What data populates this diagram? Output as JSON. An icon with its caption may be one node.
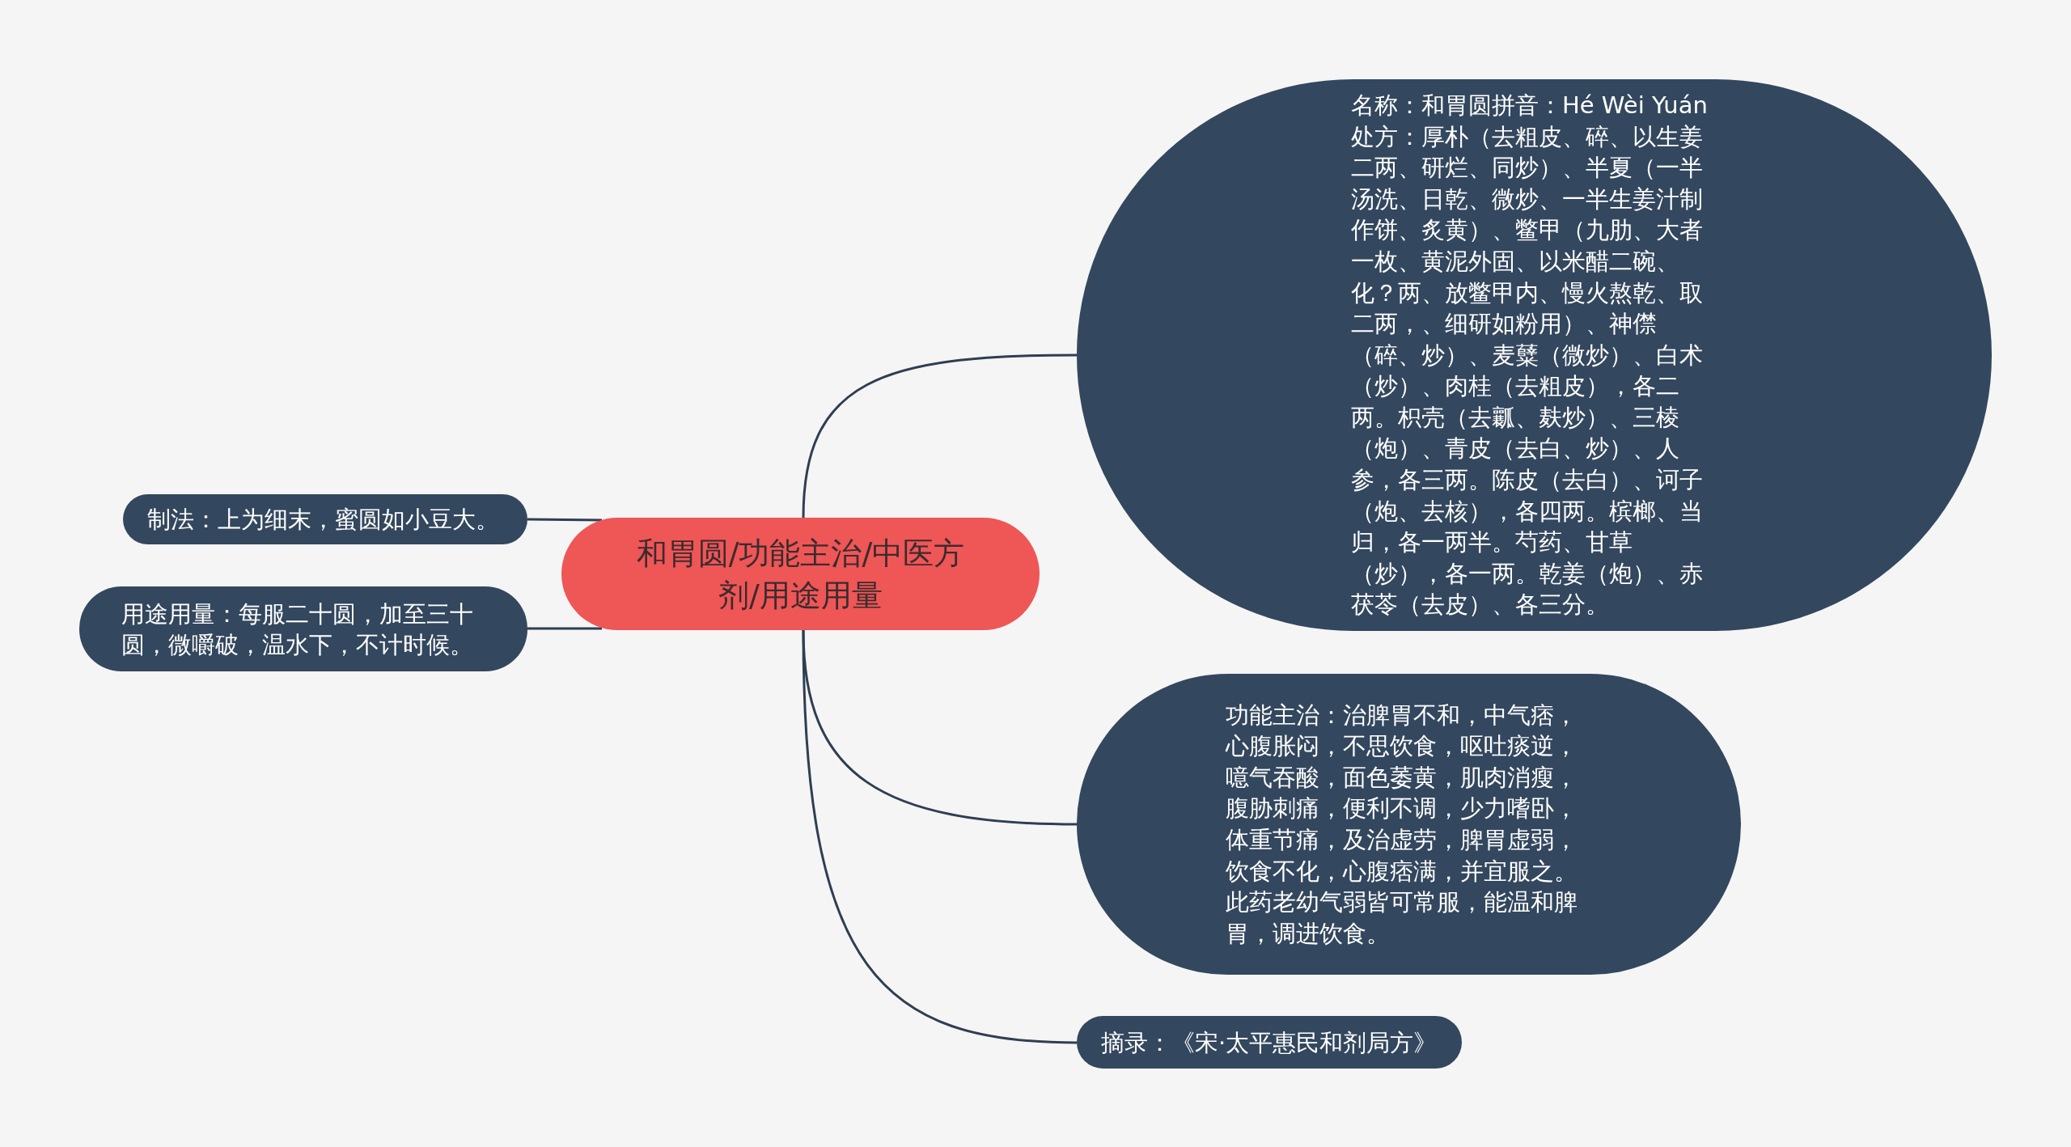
{
  "diagram": {
    "nodes": [
      {
        "text": [
          "和胃圆/功能主治/中医方剂/用途用量"
        ]
      },
      {
        "text": [
          "名称：和胃圆拼音：Hé Wèi Yuán",
          "处方：厚朴（去粗皮、碎、以生姜二两、研烂、同炒）、半夏（一半汤洗、日乾、微炒、一半生姜汁制作饼、炙黄）、鳖甲（九肋、大者一枚、黄泥外固、以米醋二碗、化？两、放鳖甲内、慢火熬乾、取二两，、细研如粉用）、神僸（碎、炒）、麦糵（微炒）、白术（炒）、肉桂（去粗皮），各二两。枳壳（去瓤、麸炒）、三棱（炮）、青皮（去白、炒）、人参，各三两。陈皮（去白）、诃子（炮、去核），各四两。槟榔、当归，各一两半。芍药、甘草（炒），各一两。乾姜（炮）、赤茯苓（去皮）、各三分。"
        ]
      },
      {
        "text": [
          "功能主治：治脾胃不和，中气痞，心腹胀闷，不思饮食，呕吐痰逆，噫气吞酸，面色萎黄，肌肉消瘦，腹胁刺痛，便利不调，少力嗜卧，体重节痛，及治虚劳，脾胃虚弱，饮食不化，心腹痞满，并宜服之。此药老幼气弱皆可常服，能温和脾胃，调进饮食。"
        ]
      },
      {
        "text": [
          "摘录：《宋·太平惠民和剂局方》"
        ]
      },
      {
        "text": [
          "制法：上为细末，蜜圆如小豆大。"
        ]
      },
      {
        "text": [
          "用途用量：每服二十圆，加至三十圆，微嚼破，温水下，不计时候。"
        ]
      }
    ],
    "edges": [
      {
        "from": 0,
        "to": 1,
        "arrow": "none"
      },
      {
        "from": 0,
        "to": 2,
        "arrow": "none"
      },
      {
        "from": 0,
        "to": 3,
        "arrow": "none"
      },
      {
        "from": 0,
        "to": 4,
        "arrow": "none"
      },
      {
        "from": 0,
        "to": 5,
        "arrow": "none"
      }
    ]
  }
}
